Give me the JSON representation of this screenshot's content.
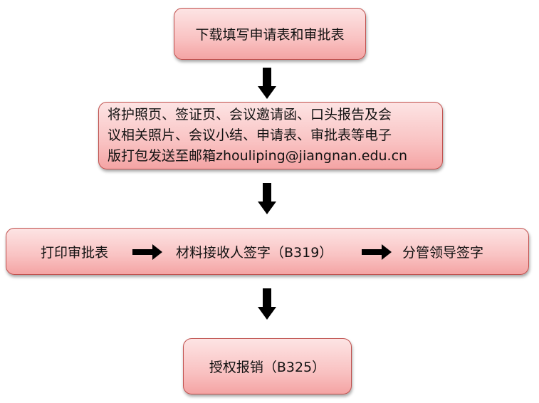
{
  "steps": {
    "s1": "下载填写申请表和审批表",
    "s2_lines": [
      "将护照页、签证页、会议邀请函、口头报告及会",
      "议相关照片、会议小结、申请表、审批表等电子",
      "版打包发送至邮箱zhouliping@jiangnan.edu.cn"
    ],
    "s3": [
      "打印审批表",
      "材料接收人签字（B319）",
      "分管领导签字"
    ],
    "s4": "授权报销（B325）"
  }
}
